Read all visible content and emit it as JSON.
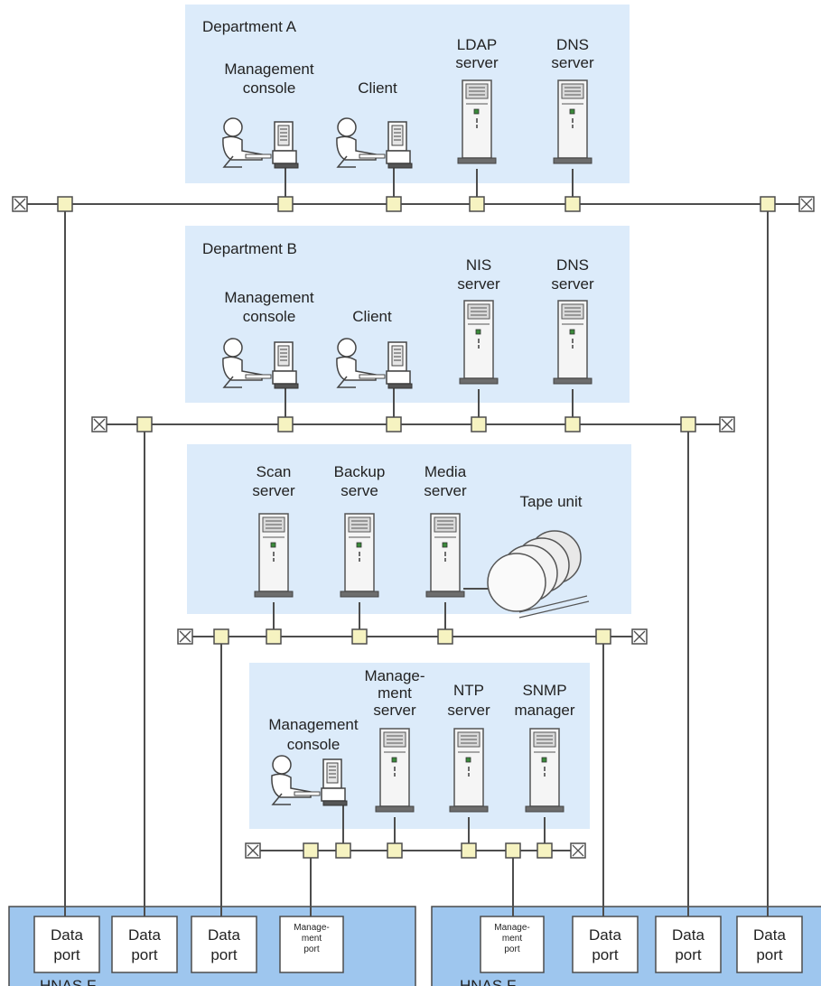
{
  "department_a": {
    "title": "Department A",
    "management_console": [
      "Management",
      "console"
    ],
    "client": "Client",
    "ldap_server": [
      "LDAP",
      "server"
    ],
    "dns_server": [
      "DNS",
      "server"
    ]
  },
  "department_b": {
    "title": "Department B",
    "management_console": [
      "Management",
      "console"
    ],
    "client": "Client",
    "nis_server": [
      "NIS",
      "server"
    ],
    "dns_server": [
      "DNS",
      "server"
    ]
  },
  "backup_zone": {
    "scan_server": [
      "Scan",
      "server"
    ],
    "backup_server": [
      "Backup",
      "serve"
    ],
    "media_server": [
      "Media",
      "server"
    ],
    "tape_unit": "Tape unit"
  },
  "management_zone": {
    "management_console": [
      "Management",
      "console"
    ],
    "management_server": [
      "Manage-",
      "ment",
      "server"
    ],
    "ntp_server": [
      "NTP",
      "server"
    ],
    "snmp_manager": [
      "SNMP",
      "manager"
    ]
  },
  "hnas": {
    "left_label": "HNAS F",
    "right_label": "HNAS F",
    "data_port": [
      "Data",
      "port"
    ],
    "management_port": [
      "Manage-",
      "ment",
      "port"
    ]
  },
  "colors": {
    "zone_fill": "#dcebfa",
    "hnas_fill": "#9ec6ee",
    "tap_fill": "#f6f3c1",
    "server_tray": "#6d6d6d"
  }
}
